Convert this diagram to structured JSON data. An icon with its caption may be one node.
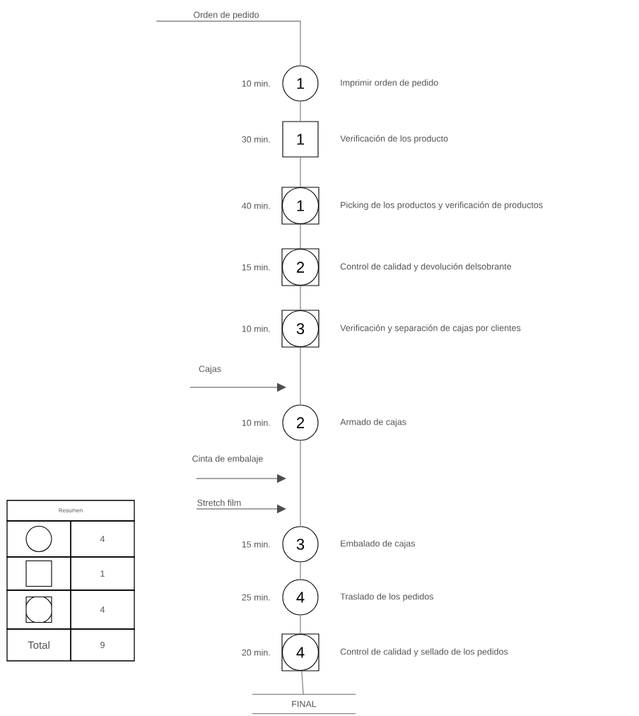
{
  "diagram": {
    "nodes": [
      {
        "text": [
          "Orden de pedido"
        ]
      },
      {
        "text": [
          "1"
        ],
        "beside": [
          "10 min.",
          "Imprimir orden de pedido"
        ]
      },
      {
        "text": [
          "1"
        ],
        "beside": [
          "30 min.",
          "Verificación de los producto"
        ]
      },
      {
        "text": [
          "1"
        ],
        "beside": [
          "40 min.",
          "Picking de los productos y verificación de productos"
        ]
      },
      {
        "text": [
          "2"
        ],
        "beside": [
          "15 min.",
          "Control de calidad y devolución delsobrante"
        ]
      },
      {
        "text": [
          "3"
        ],
        "beside": [
          "10 min.",
          "Verificación y separación de cajas por clientes"
        ]
      },
      {
        "text": [
          "2"
        ],
        "beside": [
          "10 min.",
          "Armado de cajas"
        ]
      },
      {
        "text": [
          "3"
        ],
        "beside": [
          "15 min.",
          "Embalado de cajas"
        ]
      },
      {
        "text": [
          "4"
        ],
        "beside": [
          "25 min.",
          "Traslado de los pedidos"
        ]
      },
      {
        "text": [
          "4"
        ],
        "beside": [
          "20 min.",
          "Control de calidad y sellado de los pedidos"
        ]
      },
      {
        "text": [
          "Cajas"
        ]
      },
      {
        "text": [
          "Cinta de embalaje"
        ]
      },
      {
        "text": [
          "Stretch film"
        ]
      },
      {
        "text": [
          "FINAL"
        ]
      }
    ],
    "edges": [
      {
        "from": 0,
        "to": 1,
        "arrow": "none"
      },
      {
        "from": 1,
        "to": 2,
        "arrow": "none"
      },
      {
        "from": 2,
        "to": 3,
        "arrow": "none"
      },
      {
        "from": 3,
        "to": 4,
        "arrow": "none"
      },
      {
        "from": 4,
        "to": 5,
        "arrow": "none"
      },
      {
        "from": 5,
        "to": 6,
        "arrow": "none"
      },
      {
        "from": 6,
        "to": 7,
        "arrow": "none"
      },
      {
        "from": 7,
        "to": 8,
        "arrow": "none"
      },
      {
        "from": 8,
        "to": 9,
        "arrow": "none"
      },
      {
        "from": 9,
        "to": 13,
        "arrow": "none"
      },
      {
        "from": 10,
        "to": null,
        "arrow": "to"
      },
      {
        "from": 11,
        "to": null,
        "arrow": "to"
      },
      {
        "from": 12,
        "to": null,
        "arrow": "to"
      }
    ],
    "labels": [
      "Resumen",
      "4",
      "1",
      "4",
      "Total",
      "9"
    ]
  }
}
